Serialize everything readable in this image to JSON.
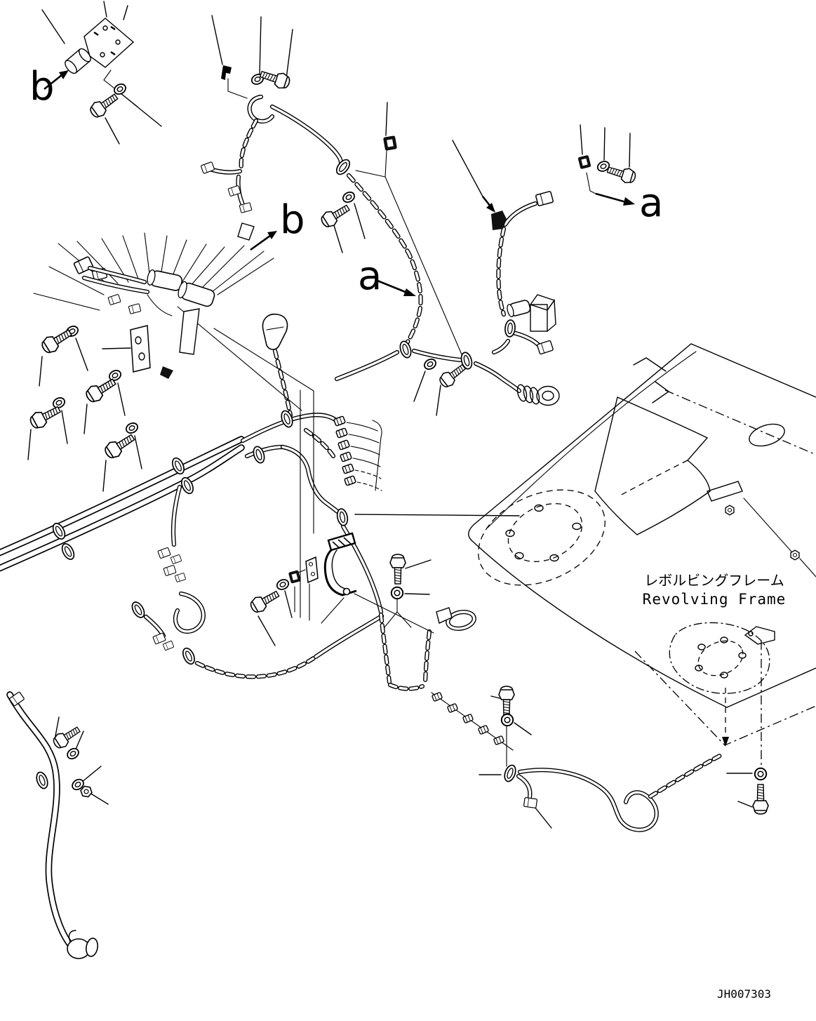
{
  "diagram": {
    "type": "exploded-parts-diagram",
    "ink_color": "#000000",
    "background_color": "#ffffff",
    "callouts": {
      "view_a": "a",
      "view_b": "b"
    },
    "frame_label": {
      "jp": "レボルビングフレーム",
      "en": "Revolving Frame"
    },
    "drawing_number": "JH007303"
  }
}
